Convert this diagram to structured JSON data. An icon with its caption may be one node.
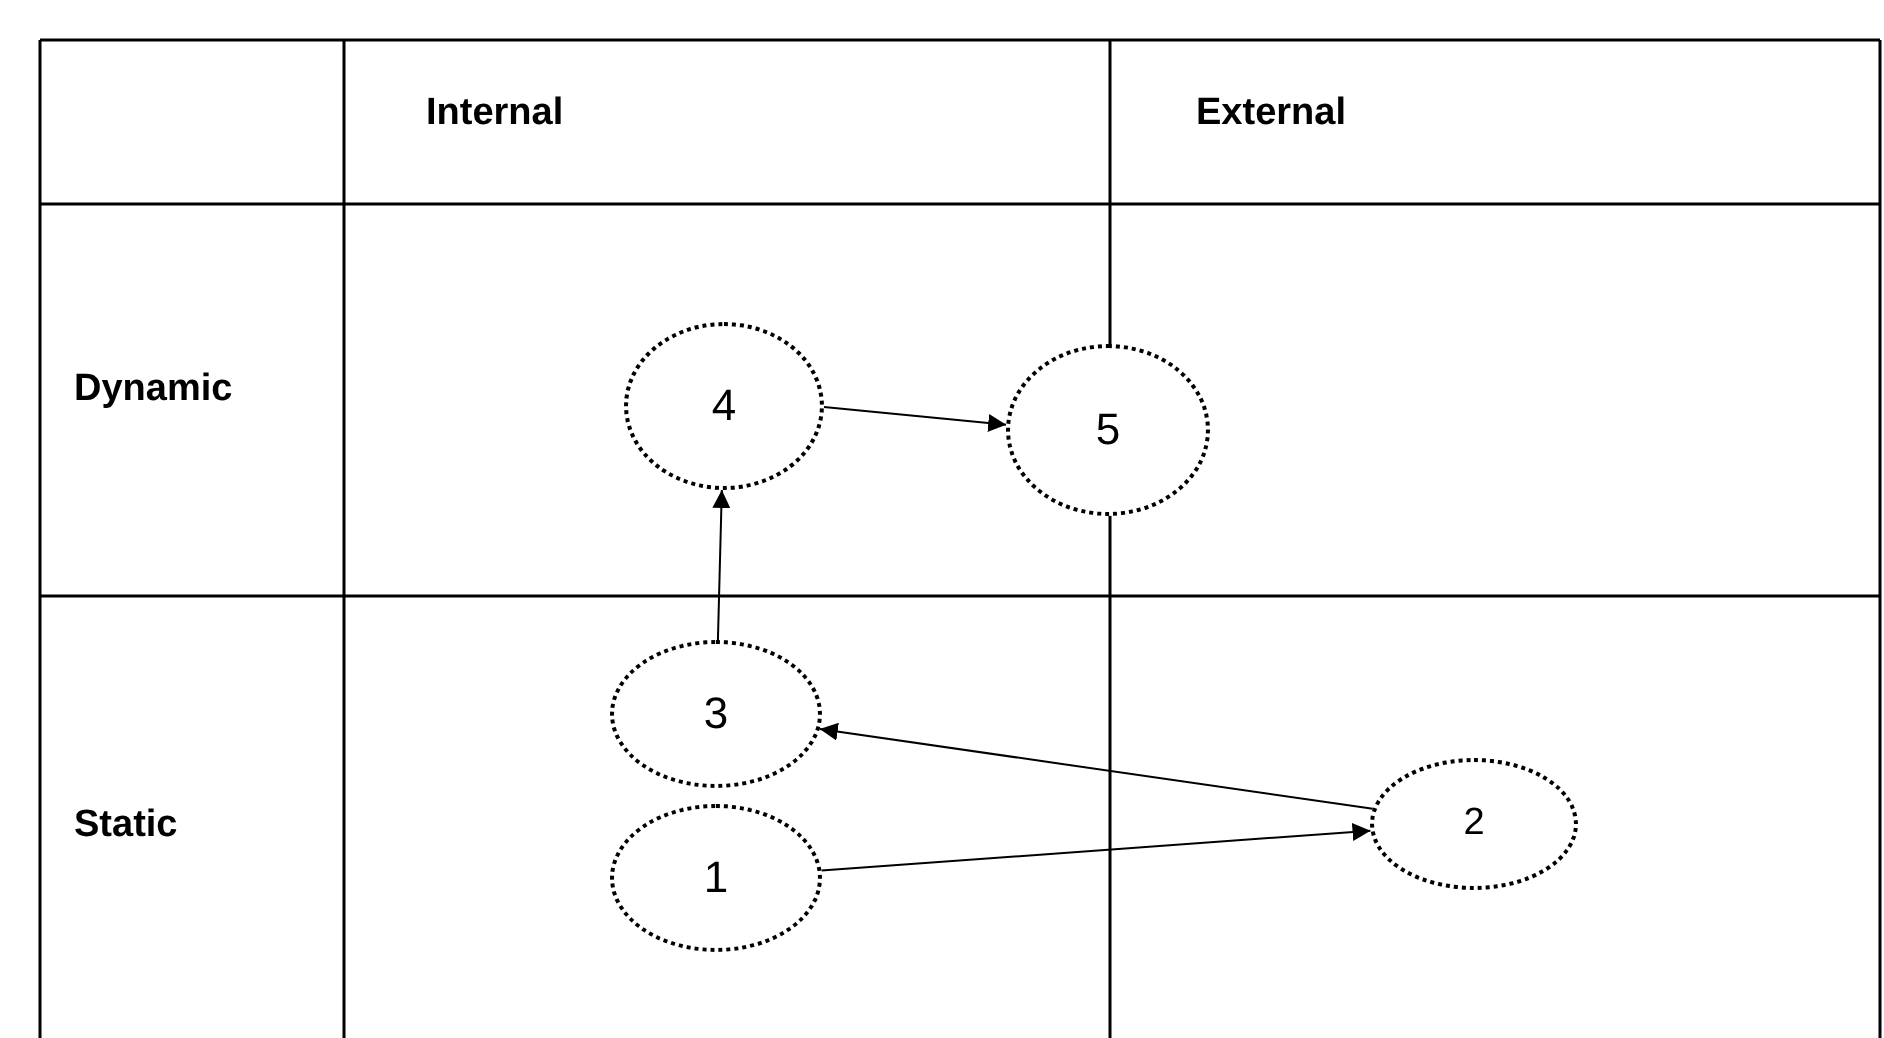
{
  "diagram": {
    "nodes": [
      {
        "text": [
          "4"
        ]
      },
      {
        "text": [
          "5"
        ]
      },
      {
        "text": [
          "3"
        ]
      },
      {
        "text": [
          "2"
        ]
      },
      {
        "text": [
          "1"
        ]
      }
    ],
    "edges": [
      {
        "from": 4,
        "to": 3,
        "arrow": "to"
      },
      {
        "from": 3,
        "to": 2,
        "arrow": "to"
      },
      {
        "from": 2,
        "to": 0,
        "arrow": "to"
      },
      {
        "from": 0,
        "to": 1,
        "arrow": "to"
      }
    ],
    "labels": [
      "Internal",
      "External",
      "Dynamic",
      "Static"
    ]
  }
}
